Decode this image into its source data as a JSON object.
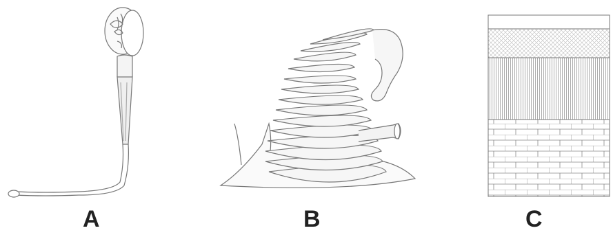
{
  "figure": {
    "panels": [
      {
        "id": "A",
        "label": "A",
        "subject": "stalked-tube-organism-icon"
      },
      {
        "id": "B",
        "label": "B",
        "subject": "ringed-spiral-tube-creature-icon"
      },
      {
        "id": "C",
        "label": "C",
        "subject": "stratified-layer-column-icon"
      }
    ],
    "layers_C": [
      "clear-top-layer",
      "crosshatched-layer",
      "vertical-striped-layer",
      "brick-layer"
    ]
  }
}
